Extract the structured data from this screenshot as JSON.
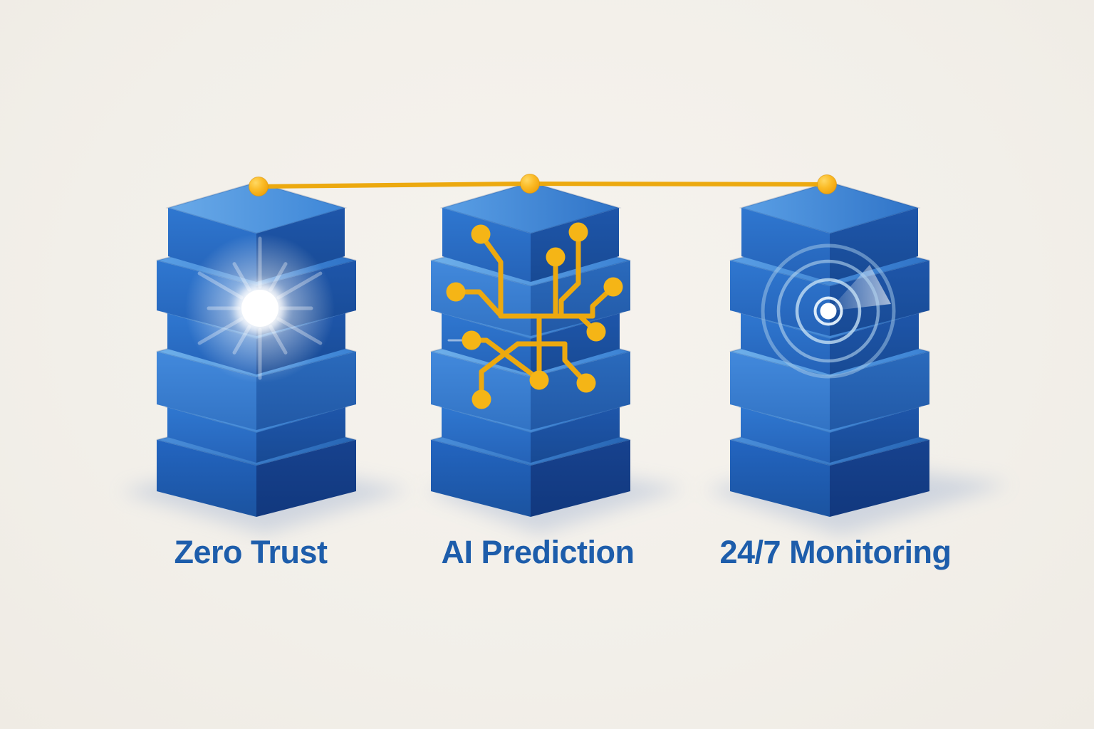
{
  "pillars": [
    {
      "id": "zero-trust",
      "label": "Zero Trust",
      "icon": "light-burst-icon"
    },
    {
      "id": "ai-prediction",
      "label": "AI Prediction",
      "icon": "circuit-icon"
    },
    {
      "id": "monitoring-247",
      "label": "24/7 Monitoring",
      "icon": "radar-icon"
    }
  ],
  "connector": {
    "dot_count": 3
  },
  "colors": {
    "background": "#f3f0ea",
    "label_text": "#1d5dab",
    "accent_yellow": "#eca90f",
    "dot_yellow": "#f5b516",
    "pillar_blue_light": "#3f88da",
    "pillar_blue_mid": "#2d74cc",
    "pillar_blue_dark": "#1d55a8",
    "pillar_blue_deep": "#16448f",
    "radar_ring": "#b5d5f0",
    "glow_white": "#ffffff",
    "shadow_blue": "#9db1d4"
  }
}
